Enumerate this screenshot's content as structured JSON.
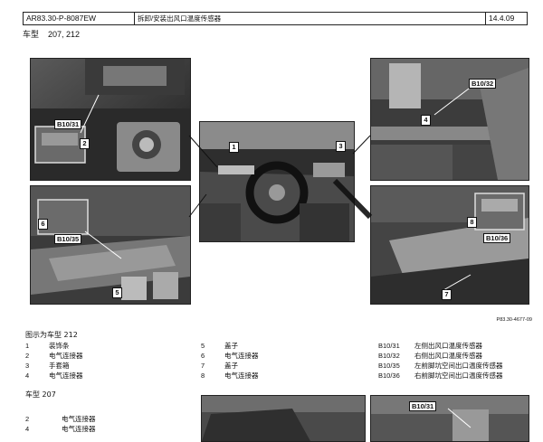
{
  "header": {
    "doc_id": "AR83.30-P-8087EW",
    "title": "拆卸/安装出风口温度传感器",
    "date": "14.4.09"
  },
  "model": {
    "label": "车型",
    "value": "207, 212"
  },
  "figure": {
    "reference": "P83.30-4677-09",
    "callouts": {
      "tl_b1031": "B10/31",
      "tl_2": "2",
      "c_1": "1",
      "c_3": "3",
      "tr_b1032": "B10/32",
      "tr_4": "4",
      "bl_6": "6",
      "bl_b1035": "B10/35",
      "bl_5": "5",
      "br_8": "8",
      "br_b1036": "B10/36",
      "br_7": "7",
      "bottom_b1031": "B10/31"
    }
  },
  "legend": {
    "section_212": "图示为车型 212",
    "col1": [
      {
        "key": "1",
        "text": "装饰条"
      },
      {
        "key": "2",
        "text": "电气连接器"
      },
      {
        "key": "3",
        "text": "手套箱"
      },
      {
        "key": "4",
        "text": "电气连接器"
      }
    ],
    "col2": [
      {
        "key": "5",
        "text": "盖子"
      },
      {
        "key": "6",
        "text": "电气连接器"
      },
      {
        "key": "7",
        "text": "盖子"
      },
      {
        "key": "8",
        "text": "电气连接器"
      }
    ],
    "col3": [
      {
        "key": "B10/31",
        "text": "左侧出风口温度传感器"
      },
      {
        "key": "B10/32",
        "text": "右侧出风口温度传感器"
      },
      {
        "key": "B10/35",
        "text": "左前脚坑空间出口温度传感器"
      },
      {
        "key": "B10/36",
        "text": "右前脚坑空间出口温度传感器"
      }
    ],
    "section_207": "车型 207",
    "col207": [
      {
        "key": "2",
        "text": "电气连接器"
      },
      {
        "key": "4",
        "text": "电气连接器"
      }
    ]
  }
}
